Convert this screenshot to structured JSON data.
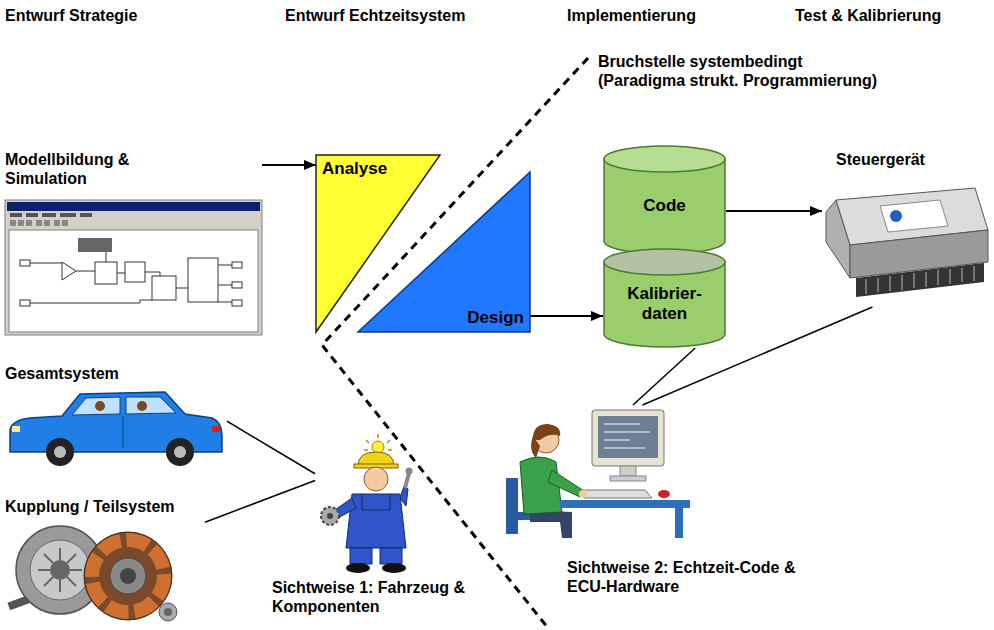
{
  "diagram": {
    "nodes": [
      {
        "text": [
          "Modellbildung & Simulation"
        ]
      },
      {
        "text": [
          "Analyse"
        ]
      },
      {
        "text": [
          "Design"
        ]
      },
      {
        "text": [
          "Code"
        ]
      },
      {
        "text": [
          "Kalibrier- daten"
        ]
      },
      {
        "text": [
          "Steuergerät"
        ]
      },
      {
        "text": [
          "Gesamtsystem"
        ]
      },
      {
        "text": [
          "Kupplung / Teilsystem"
        ]
      },
      {
        "text": [
          "Sichtweise 1: Fahrzeug & Komponenten"
        ]
      },
      {
        "text": [
          "Sichtweise 2: Echtzeit-Code & ECU-Hardware"
        ]
      }
    ],
    "edges": [
      {
        "from": 0,
        "to": 1,
        "arrow": "to"
      },
      {
        "from": 2,
        "to": 4,
        "arrow": "to"
      },
      {
        "from": 3,
        "to": 5,
        "arrow": "to"
      },
      {
        "from": 6,
        "to": 8,
        "arrow": "none"
      },
      {
        "from": 7,
        "to": 8,
        "arrow": "none"
      },
      {
        "from": 9,
        "to": 4,
        "arrow": "none"
      },
      {
        "from": 9,
        "to": 5,
        "arrow": "none"
      }
    ],
    "labels": [
      "Entwurf Strategie",
      "Entwurf Echtzeitsystem",
      "Implementierung",
      "Test & Kalibrierung",
      "Bruchstelle systembedingt (Paradigma strukt. Programmierung)"
    ]
  }
}
